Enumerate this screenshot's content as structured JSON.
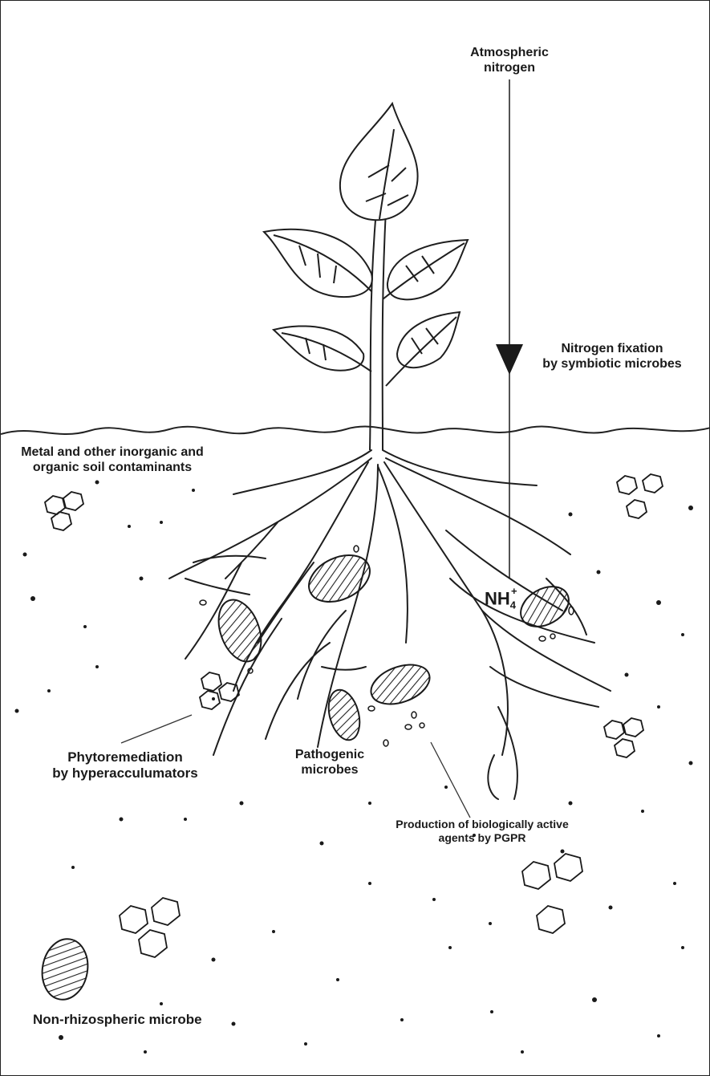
{
  "labels": {
    "atmospheric_nitrogen": [
      "Atmospheric",
      "nitrogen"
    ],
    "nitrogen_fixation": [
      "Nitrogen fixation",
      "by symbiotic microbes"
    ],
    "soil_contaminants": [
      "Metal and other inorganic and",
      "organic soil contaminants"
    ],
    "ammonium": {
      "base": "NH",
      "subscript": "4",
      "superscript": "+"
    },
    "phytoremediation": [
      "Phytoremediation",
      "by hyperacculumators"
    ],
    "pathogenic_microbes": [
      "Pathogenic",
      "microbes"
    ],
    "pgpr_production": [
      "Production of biologically active",
      "agents by PGPR"
    ],
    "non_rhizospheric": "Non-rhizospheric microbe"
  }
}
